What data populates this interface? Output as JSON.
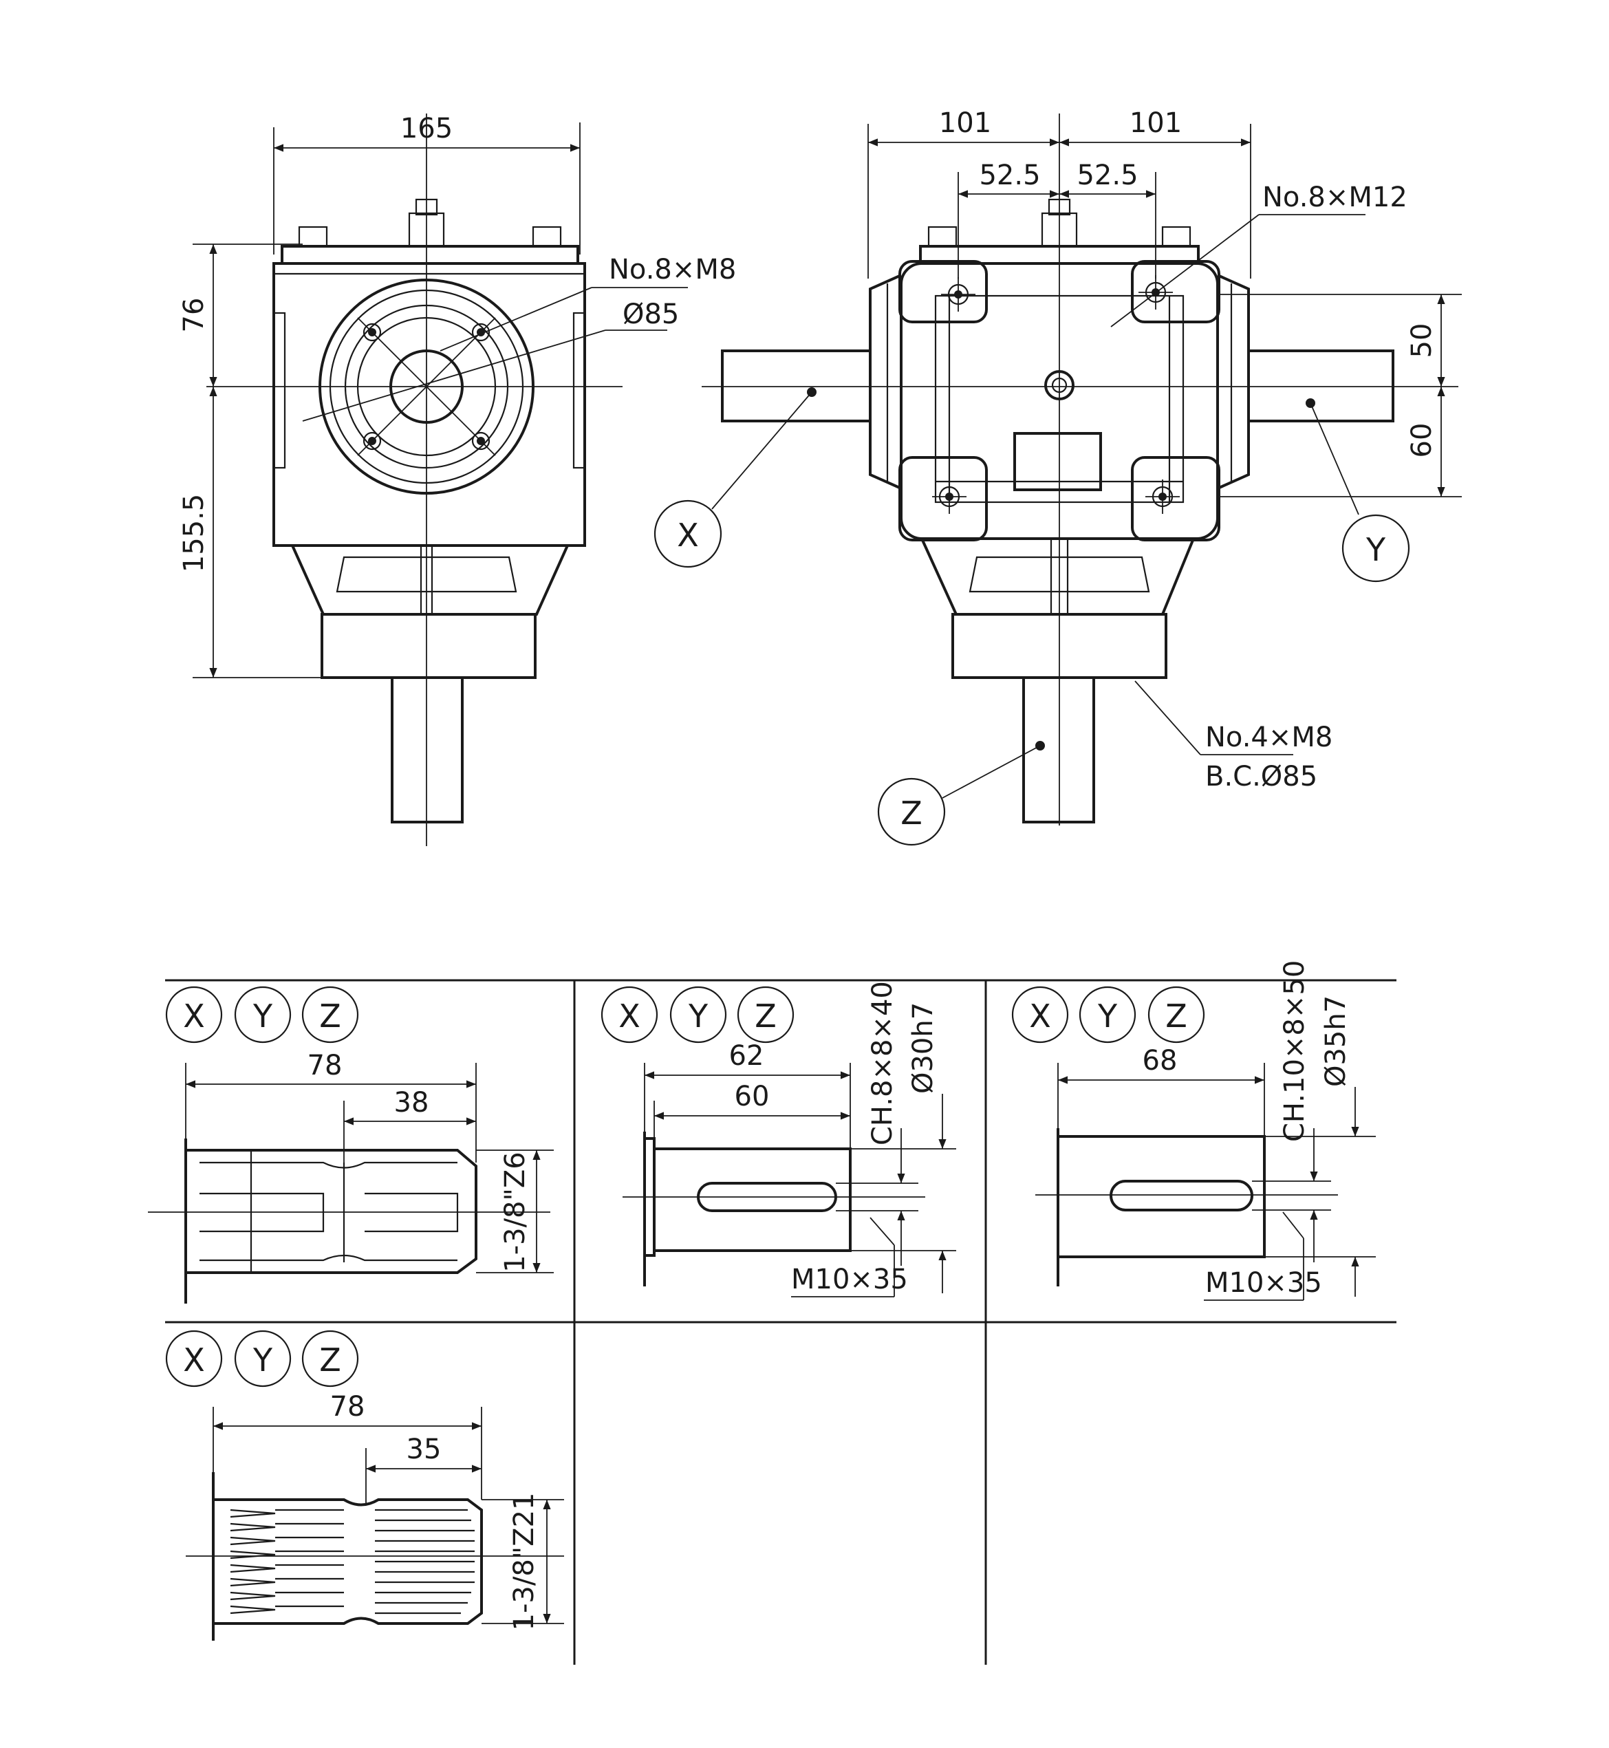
{
  "front_view": {
    "width_dim": "165",
    "upper_height_dim": "76",
    "lower_height_dim": "155.5",
    "flange_bolts": "No.8×M8",
    "flange_diameter": "Ø85"
  },
  "side_view": {
    "left_half_dim": "101",
    "right_half_dim": "101",
    "left_bolt_dim": "52.5",
    "right_bolt_dim": "52.5",
    "mount_bolts": "No.8×M12",
    "upper_offset_dim": "50",
    "lower_offset_dim": "60",
    "base_bolts": "No.4×M8",
    "base_circle": "B.C.Ø85",
    "shaft_x": "X",
    "shaft_y": "Y",
    "shaft_z": "Z"
  },
  "shaft_options": [
    {
      "labels": [
        "X",
        "Y",
        "Z"
      ],
      "length_dim": "78",
      "inner_dim": "38",
      "spline_dim": "1-3/8\"Z6"
    },
    {
      "labels": [
        "X",
        "Y",
        "Z"
      ],
      "outer_length_dim": "62",
      "inner_length_dim": "60",
      "key_dim": "CH.8×8×40",
      "diameter_dim": "Ø30h7",
      "thread_dim": "M10×35"
    },
    {
      "labels": [
        "X",
        "Y",
        "Z"
      ],
      "length_dim": "68",
      "key_dim": "CH.10×8×50",
      "diameter_dim": "Ø35h7",
      "thread_dim": "M10×35"
    },
    {
      "labels": [
        "X",
        "Y",
        "Z"
      ],
      "length_dim": "78",
      "inner_dim": "35",
      "spline_dim": "1-3/8\"Z21"
    }
  ]
}
